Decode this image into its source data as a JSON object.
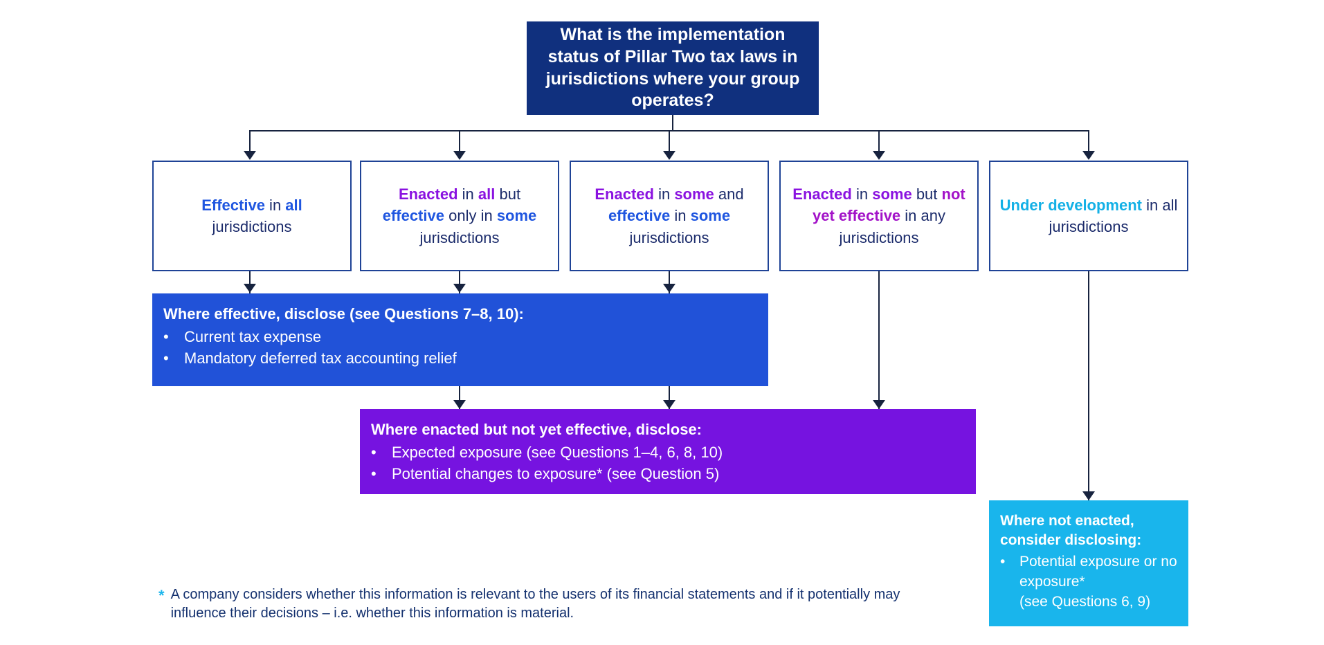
{
  "diagram": {
    "title_question": "What is the implementation status of Pillar Two tax laws in jurisdictions where your group operates?",
    "options": [
      {
        "id": "effective-all",
        "segments": [
          {
            "text": "Effective",
            "style": "blue-bold"
          },
          {
            "text": " in ",
            "style": "plain"
          },
          {
            "text": "all",
            "style": "blue-bold"
          },
          {
            "text": " jurisdictions",
            "style": "plain"
          }
        ],
        "plain": "Effective in all jurisdictions"
      },
      {
        "id": "enacted-all-effective-some",
        "segments": [
          {
            "text": "Enacted",
            "style": "purple-bold"
          },
          {
            "text": " in ",
            "style": "plain"
          },
          {
            "text": "all",
            "style": "purple-bold"
          },
          {
            "text": " but ",
            "style": "plain"
          },
          {
            "text": "effective",
            "style": "blue-bold"
          },
          {
            "text": " only in ",
            "style": "plain"
          },
          {
            "text": "some",
            "style": "blue-bold"
          },
          {
            "text": " jurisdictions",
            "style": "plain"
          }
        ],
        "plain": "Enacted in all but effective only in some jurisdictions"
      },
      {
        "id": "enacted-some-effective-some",
        "segments": [
          {
            "text": "Enacted",
            "style": "purple-bold"
          },
          {
            "text": " in ",
            "style": "plain"
          },
          {
            "text": "some",
            "style": "purple-bold"
          },
          {
            "text": " and ",
            "style": "plain"
          },
          {
            "text": "effective",
            "style": "blue-bold"
          },
          {
            "text": " in ",
            "style": "plain"
          },
          {
            "text": "some",
            "style": "blue-bold"
          },
          {
            "text": " jurisdictions",
            "style": "plain"
          }
        ],
        "plain": "Enacted in some and effective in some jurisdictions"
      },
      {
        "id": "enacted-some-not-yet-effective",
        "segments": [
          {
            "text": "Enacted",
            "style": "purple-bold"
          },
          {
            "text": " in ",
            "style": "plain"
          },
          {
            "text": "some",
            "style": "purple-bold"
          },
          {
            "text": " but ",
            "style": "plain"
          },
          {
            "text": "not yet effective",
            "style": "magenta-bold"
          },
          {
            "text": " in any jurisdictions",
            "style": "plain"
          }
        ],
        "plain": "Enacted in some but not yet effective in any jurisdictions"
      },
      {
        "id": "under-development",
        "segments": [
          {
            "text": "Under development",
            "style": "cyan-bold"
          },
          {
            "text": " in all jurisdictions",
            "style": "plain"
          }
        ],
        "plain": "Under development in all jurisdictions"
      }
    ],
    "outcomes": [
      {
        "id": "where-effective",
        "color": "#2152d8",
        "title": "Where effective, disclose (see Questions 7–8, 10):",
        "bullets": [
          "Current tax expense",
          "Mandatory deferred tax accounting relief"
        ]
      },
      {
        "id": "where-enacted-not-yet-effective",
        "color": "#7613e0",
        "title": "Where enacted but not yet effective, disclose:",
        "bullets": [
          "Expected exposure (see Questions 1–4, 6, 8, 10)",
          "Potential changes to exposure* (see Question 5)"
        ]
      },
      {
        "id": "where-not-enacted",
        "color": "#19b5ec",
        "title": "Where not enacted, consider disclosing:",
        "bullets": [
          "Potential exposure or no exposure*\n(see Questions 6, 9)"
        ]
      }
    ],
    "footnote": {
      "marker": "*",
      "text": "A company considers whether this information is relevant to the users of its financial statements and if it potentially may influence their decisions – i.e. whether this information is material."
    },
    "colors": {
      "header_bg": "#10307e",
      "option_border": "#1f4396",
      "accent_blue": "#1f56e0",
      "accent_purple": "#8a12e0",
      "accent_magenta": "#a313c8",
      "accent_cyan": "#13b0e6",
      "connector": "#17233f"
    }
  }
}
